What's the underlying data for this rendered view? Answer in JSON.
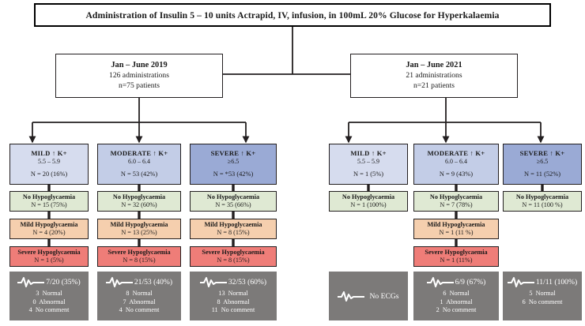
{
  "title": "Administration of Insulin 5 – 10 units Actrapid, IV, infusion, in 100mL 20% Glucose for Hyperkalaemia",
  "colors": {
    "mild_k": "#d6dcee",
    "moderate_k": "#c3cde7",
    "severe_k": "#9aaad5",
    "no_hypo": "#dfe9d3",
    "mild_hypo": "#f5cfae",
    "severe_hypo": "#ef7d78",
    "ecg_panel": "#7c7a79",
    "border": "#231f20"
  },
  "periods": [
    {
      "name": "Jan – June 2019",
      "administrations": "126 administrations",
      "patients": "n=75 patients"
    },
    {
      "name": "Jan – June 2021",
      "administrations": "21 administrations",
      "patients": "n=21 patients"
    }
  ],
  "branches": [
    {
      "severity_label": "MILD ↑ K+",
      "severity_range": "5.5 – 5.9",
      "severity_n": "N = 20 (16%)",
      "outcomes": [
        {
          "label": "No Hypoglycaemia",
          "n": "N = 15 (75%)"
        },
        {
          "label": "Mild Hypoglycaemia",
          "n": "N = 4 (20%)"
        },
        {
          "label": "Severe Hypoglycaemia",
          "n": "N = 1 (5%)"
        }
      ],
      "ecg": {
        "fraction": "7/20 (35%)",
        "lines": [
          "3  Normal",
          "0  Abnormal",
          "4  No comment"
        ],
        "icon": "ecg-waveform-icon"
      }
    },
    {
      "severity_label": "MODERATE ↑ K+",
      "severity_range": "6.0 – 6.4",
      "severity_n": "N = 53 (42%)",
      "outcomes": [
        {
          "label": "No Hypoglycaemia",
          "n": "N = 32 (60%)"
        },
        {
          "label": "Mild Hypoglycaemia",
          "n": "N = 13 (25%)"
        },
        {
          "label": "Severe Hypoglycaemia",
          "n": "N =  8 (15%)"
        }
      ],
      "ecg": {
        "fraction": "21/53 (40%)",
        "lines": [
          "8  Normal",
          "7  Abnormal",
          "4  No comment"
        ],
        "icon": "ecg-waveform-icon"
      }
    },
    {
      "severity_label": "SEVERE ↑ K+",
      "severity_range": "≥6.5",
      "severity_n": "N = *53 (42%)",
      "outcomes": [
        {
          "label": "No Hypoglycaemia",
          "n": "N = 35 (66%)"
        },
        {
          "label": "Mild Hypoglycaemia",
          "n": "N = 8 (15%)"
        },
        {
          "label": "Severe Hypoglycaemia",
          "n": "N = 8 (15%)"
        }
      ],
      "ecg": {
        "fraction": "32/53 (60%)",
        "lines": [
          "13  Normal",
          "8  Abnormal",
          "11  No comment"
        ],
        "icon": "ecg-waveform-icon"
      }
    },
    {
      "severity_label": "MILD ↑ K+",
      "severity_range": "5.5 – 5.9",
      "severity_n": "N = 1 (5%)",
      "outcomes": [
        {
          "label": "No Hypoglycaemia",
          "n": "N = 1 (100%)"
        }
      ],
      "ecg": {
        "fraction": "No ECGs",
        "lines": [],
        "icon": "ecg-waveform-icon"
      }
    },
    {
      "severity_label": "MODERATE ↑ K+",
      "severity_range": "6.0 – 6.4",
      "severity_n": "N = 9 (43%)",
      "outcomes": [
        {
          "label": "No Hypoglycaemia",
          "n": "N = 7 (78%)"
        },
        {
          "label": "Mild Hypoglycaemia",
          "n": "N = 1 (11 %)"
        },
        {
          "label": "Severe Hypoglycaemia",
          "n": "N = 1 (11%)"
        }
      ],
      "ecg": {
        "fraction": "6/9 (67%)",
        "lines": [
          "6  Normal",
          "1  Abnormal",
          "2  No comment"
        ],
        "icon": "ecg-waveform-icon"
      }
    },
    {
      "severity_label": "SEVERE ↑ K+",
      "severity_range": "≥6.5",
      "severity_n": "N = 11 (52%)",
      "outcomes": [
        {
          "label": "No Hypoglycaemia",
          "n": "N = 11  (100 %)"
        }
      ],
      "ecg": {
        "fraction": "11/11 (100%)",
        "lines": [
          "5  Normal",
          "6  No comment"
        ],
        "icon": "ecg-waveform-icon"
      }
    }
  ]
}
